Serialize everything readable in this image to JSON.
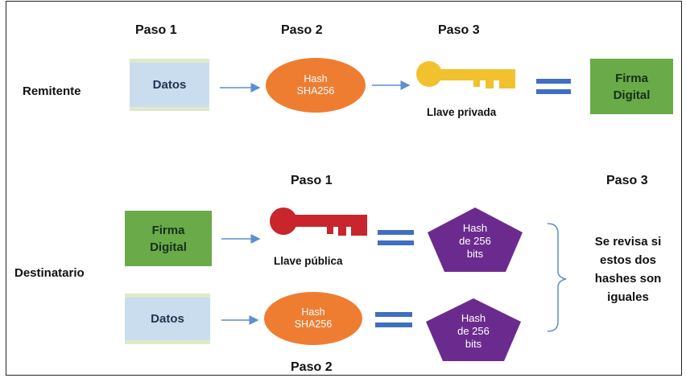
{
  "steps": {
    "top_paso1": "Paso 1",
    "top_paso2": "Paso 2",
    "top_paso3": "Paso 3",
    "dest_paso1": "Paso 1",
    "dest_paso3": "Paso 3",
    "dest_paso2": "Paso 2"
  },
  "roles": {
    "sender": "Remitente",
    "receiver": "Destinatario"
  },
  "sender_row": {
    "data_box": "Datos",
    "hash_line1": "Hash",
    "hash_line2": "SHA256",
    "key_caption": "Llave privada",
    "signature_line1": "Firma",
    "signature_line2": "Digital"
  },
  "receiver_row1": {
    "signature_line1": "Firma",
    "signature_line2": "Digital",
    "key_caption": "Llave pública",
    "hash_line1": "Hash",
    "hash_line2": "de 256",
    "hash_line3": "bits"
  },
  "receiver_row2": {
    "data_box": "Datos",
    "hash_line1": "Hash",
    "hash_line2": "SHA256",
    "result_line1": "Hash",
    "result_line2": "de 256",
    "result_line3": "bits"
  },
  "verify_note": {
    "line1": "Se revisa si",
    "line2": "estos dos",
    "line3": "hashes son",
    "line4": "iguales"
  },
  "colors": {
    "data_box": "#c9ddef",
    "hash_ellipse": "#ee7d32",
    "private_key": "#f2c12e",
    "public_key": "#c8252c",
    "signature_box": "#6aaa48",
    "hash_pentagon": "#6b2b8e",
    "equals_sign": "#3f6fc0",
    "arrow": "#5b8fd0"
  },
  "icons": {
    "private_key": "key-icon",
    "public_key": "key-icon",
    "equals": "equals-icon",
    "brace": "right-brace-icon"
  }
}
